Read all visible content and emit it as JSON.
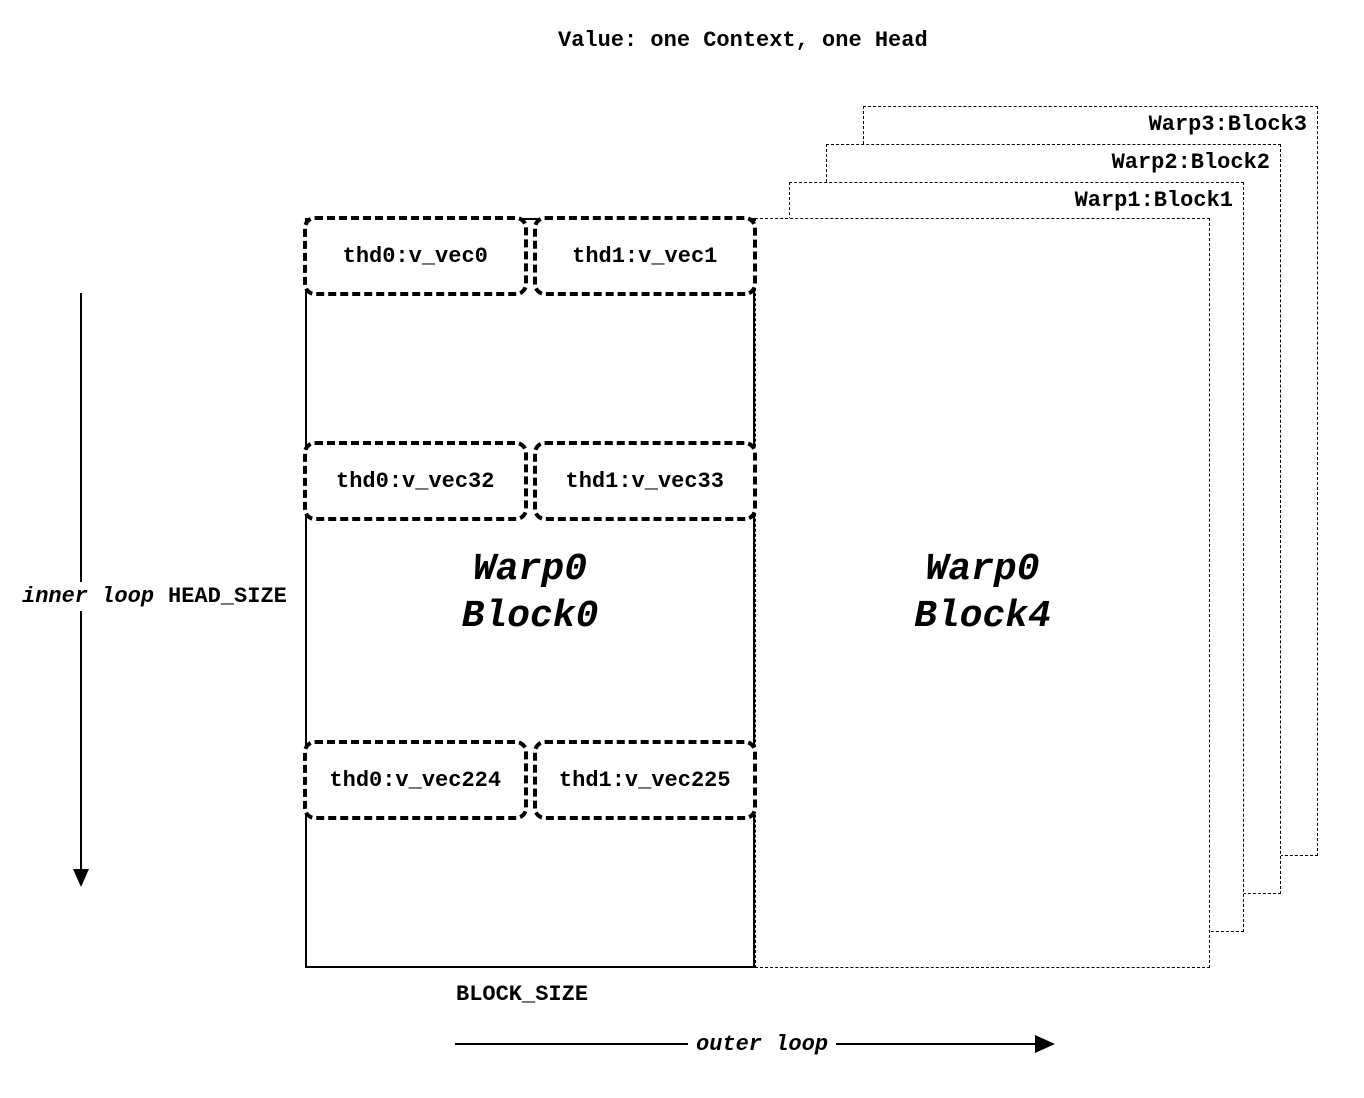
{
  "title": "Value: one Context, one Head",
  "stacked_blocks": [
    {
      "label": "Warp3:Block3"
    },
    {
      "label": "Warp2:Block2"
    },
    {
      "label": "Warp1:Block1"
    }
  ],
  "main_block": {
    "name_line1": "Warp0",
    "name_line2": "Block0",
    "rows": [
      {
        "left": "thd0:v_vec0",
        "right": "thd1:v_vec1"
      },
      {
        "left": "thd0:v_vec32",
        "right": "thd1:v_vec33"
      },
      {
        "left": "thd0:v_vec224",
        "right": "thd1:v_vec225"
      }
    ]
  },
  "front_block": {
    "name_line1": "Warp0",
    "name_line2": "Block4"
  },
  "annotations": {
    "inner_loop": "inner loop",
    "head_size": "HEAD_SIZE",
    "block_size": "BLOCK_SIZE",
    "outer_loop": "outer loop"
  },
  "colors": {
    "ink": "#000000",
    "background": "#ffffff"
  }
}
